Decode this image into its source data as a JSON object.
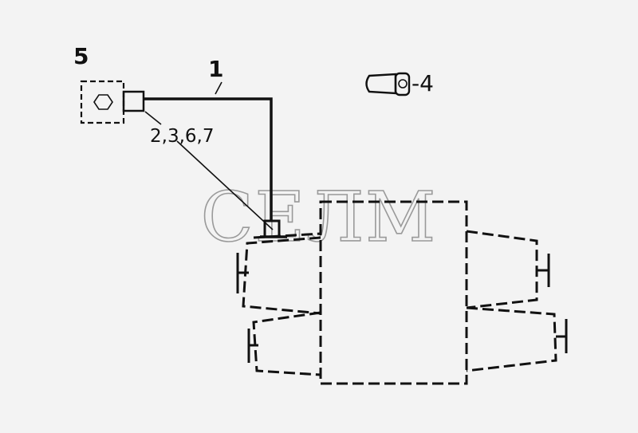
{
  "callouts": {
    "part_1": "1",
    "part_4": "-4",
    "part_5": "5",
    "parts_2_3_6_7": "2,3,6,7"
  },
  "watermark": {
    "text": "СЕЛМ"
  },
  "colors": {
    "ink": "#111111",
    "watermark": "#9a9a9a",
    "background": "#f3f3f3"
  }
}
